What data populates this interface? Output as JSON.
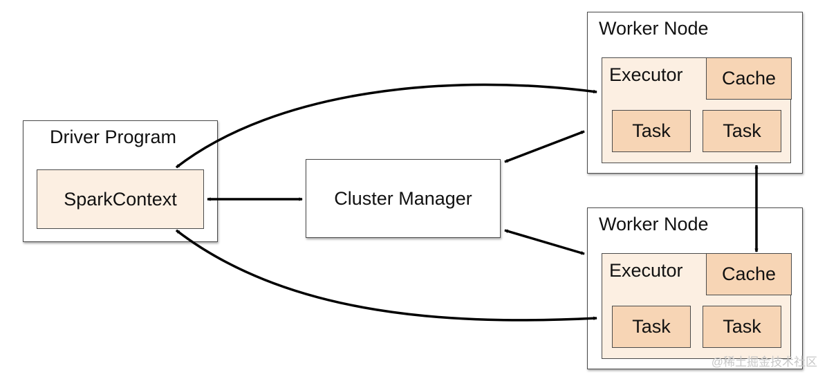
{
  "driver": {
    "title": "Driver Program",
    "context": "SparkContext"
  },
  "cluster_manager": {
    "label": "Cluster Manager"
  },
  "workers": [
    {
      "title": "Worker Node",
      "executor": "Executor",
      "cache": "Cache",
      "tasks": [
        "Task",
        "Task"
      ]
    },
    {
      "title": "Worker Node",
      "executor": "Executor",
      "cache": "Cache",
      "tasks": [
        "Task",
        "Task"
      ]
    }
  ],
  "watermark": "@稀土掘金技术社区",
  "colors": {
    "border": "#4a4a4a",
    "inner_fill": "#fcefe2",
    "task_fill": "#f7d5b5",
    "arrow": "#000000"
  }
}
